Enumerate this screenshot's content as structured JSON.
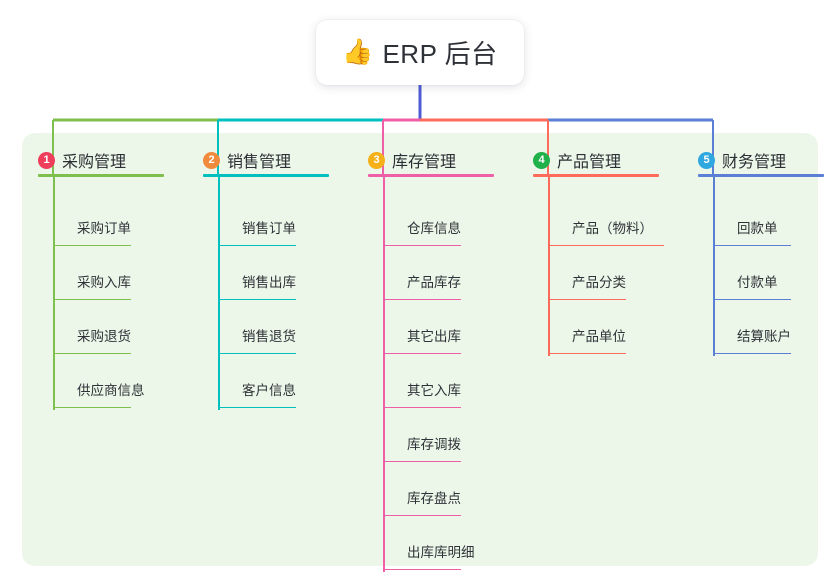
{
  "root": {
    "icon": "thumbs-up-icon",
    "icon_glyph": "👍",
    "title": "ERP 后台"
  },
  "panel": {
    "background_color": "#EDF7E9"
  },
  "connector_color": "#4F5BD5",
  "columns": [
    {
      "number": "1",
      "title": "采购管理",
      "color": "#7FBF4D",
      "badge_color": "#EF3E5C",
      "items": [
        "采购订单",
        "采购入库",
        "采购退货",
        "供应商信息"
      ]
    },
    {
      "number": "2",
      "title": "销售管理",
      "color": "#00BFBF",
      "badge_color": "#F08A3C",
      "items": [
        "销售订单",
        "销售出库",
        "销售退货",
        "客户信息"
      ]
    },
    {
      "number": "3",
      "title": "库存管理",
      "color": "#EE5FA7",
      "badge_color": "#F5B01A",
      "items": [
        "仓库信息",
        "产品库存",
        "其它出库",
        "其它入库",
        "库存调拨",
        "库存盘点",
        "出库库明细"
      ]
    },
    {
      "number": "4",
      "title": "产品管理",
      "color": "#FF6B5B",
      "badge_color": "#21B14B",
      "items": [
        "产品（物料）",
        "产品分类",
        "产品单位"
      ]
    },
    {
      "number": "5",
      "title": "财务管理",
      "color": "#5B7FD4",
      "badge_color": "#2FA8E0",
      "items": [
        "回款单",
        "付款单",
        "结算账户"
      ]
    }
  ]
}
